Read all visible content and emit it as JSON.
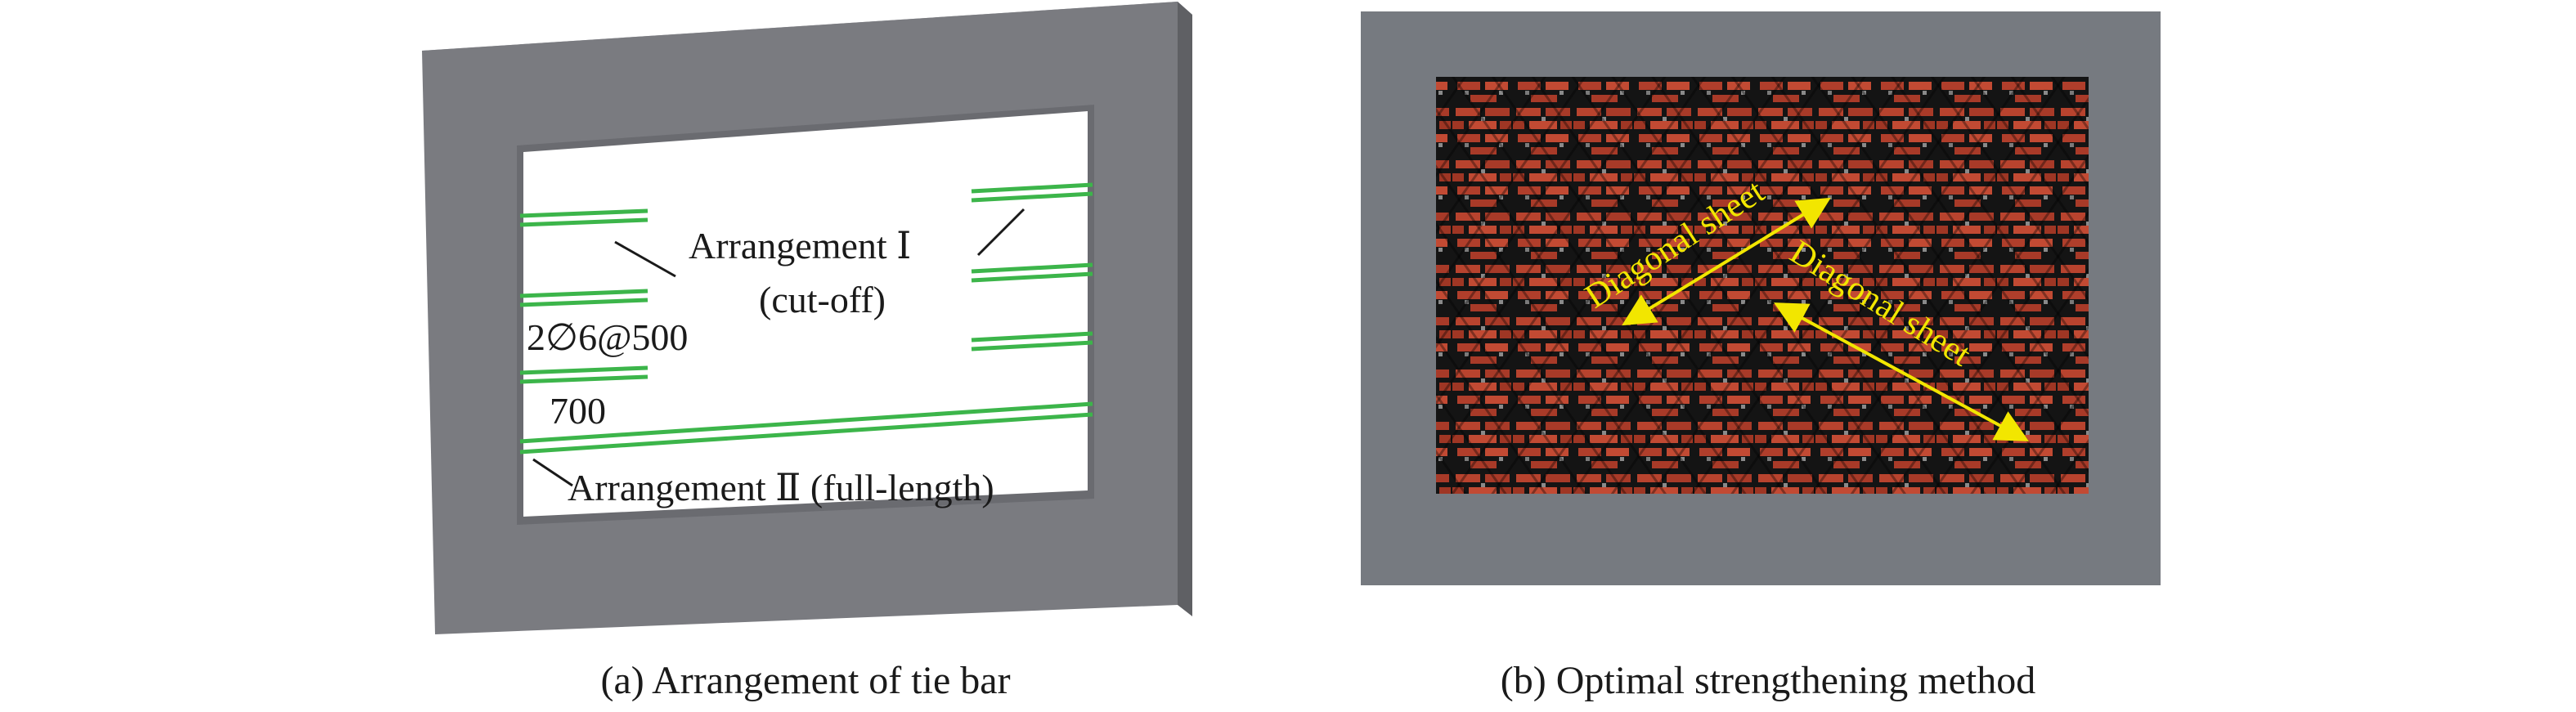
{
  "panel_a": {
    "caption": "(a) Arrangement of tie bar",
    "labels": {
      "arrangement_1": "Arrangement Ⅰ",
      "cut_off": "(cut-off)",
      "spacing": "2∅6@500",
      "length": "700",
      "arrangement_2": "Arrangement Ⅱ (full-length)"
    }
  },
  "panel_b": {
    "caption": "(b) Optimal strengthening method",
    "labels": {
      "diagonal_1": "Diagonal sheet",
      "diagonal_2": "Diagonal sheet"
    }
  },
  "colors": {
    "frame_front": "#7a7b80",
    "frame_top": "#9a9ba0",
    "frame_side": "#5f6064",
    "frame_inner_shadow": "#6a6b70",
    "tie_bar": "#3cb54a",
    "brick_red": "#b8432e",
    "mortar_black": "#141414",
    "sheet_grey": "#8a8a8a",
    "annotation_yellow": "#f2e600",
    "outer_frame_b": "#767a80"
  }
}
